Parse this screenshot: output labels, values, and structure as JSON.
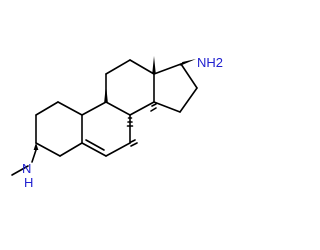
{
  "structure": {
    "atom_labels": {
      "nh2": "NH2",
      "nh_n": "N",
      "nh_h": "H"
    },
    "colors": {
      "bond": "#000000",
      "nitrogen": "#1f1fcf",
      "background": "#ffffff"
    }
  }
}
